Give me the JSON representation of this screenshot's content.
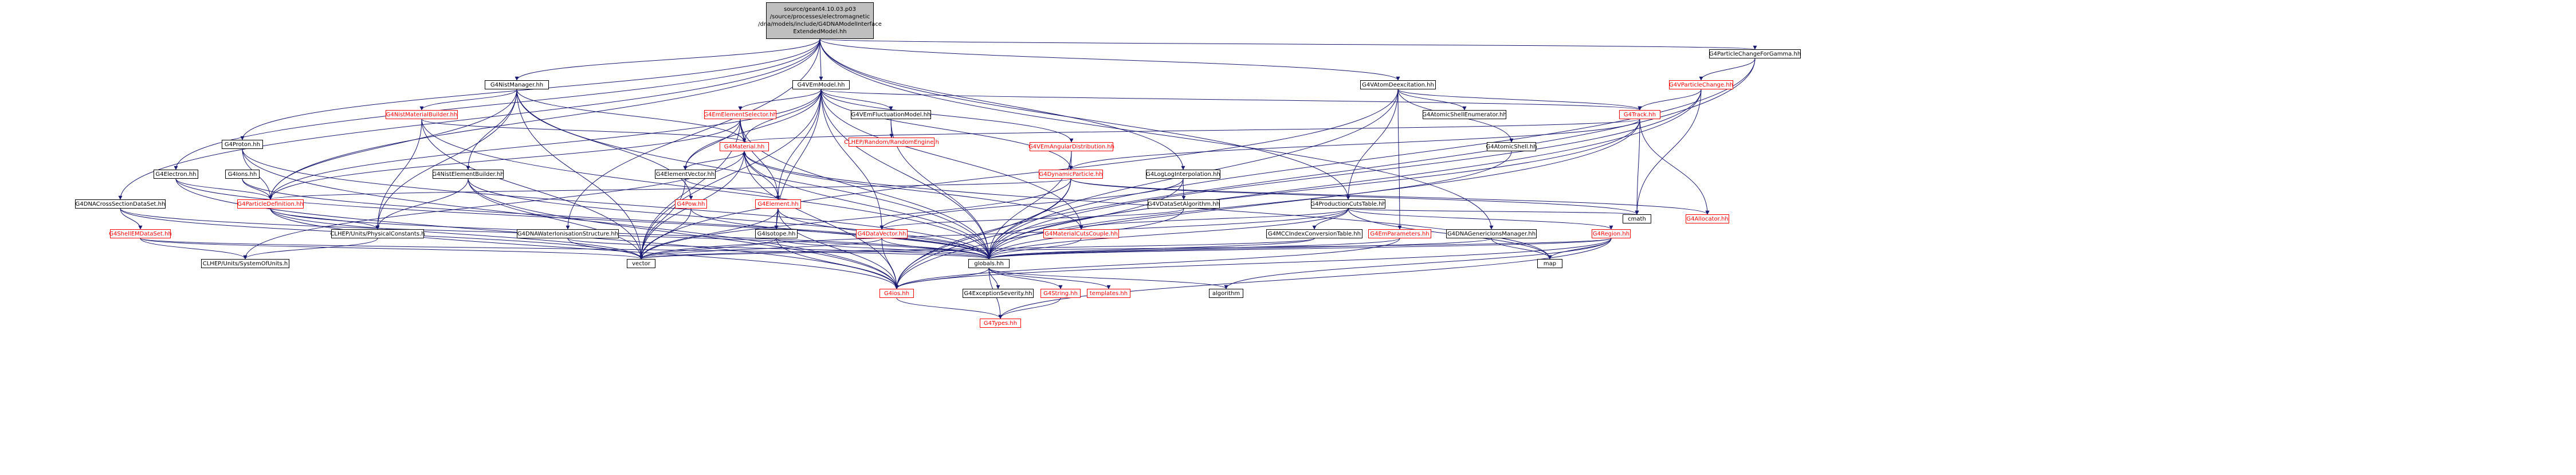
{
  "graph": {
    "root": "source/geant4.10.03.p03\n/source/processes/electromagnetic\n/dna/models/include/G4DNAModelInterface\nExtendedModel.hh",
    "colors": {
      "edge": "#191970",
      "node_border": "#000000",
      "undocumented": "#ff0000",
      "root_fill": "#bfbfbf"
    },
    "nodes": {
      "G4NistManager": "G4NistManager.hh",
      "G4VEmModel": "G4VEmModel.hh",
      "G4VAtomDeexcitation": "G4VAtomDeexcitation.hh",
      "G4ParticleChangeForGamma": "G4ParticleChangeForGamma.hh",
      "G4NistMaterialBuilder": "G4NistMaterialBuilder.hh",
      "G4EmElementSelector": "G4EmElementSelector.hh",
      "G4VEmFluctuationModel": "G4VEmFluctuationModel.hh",
      "G4VParticleChange": "G4VParticleChange.hh",
      "G4Track": "G4Track.hh",
      "G4AtomicShellEnumerator": "G4AtomicShellEnumerator.hh",
      "CLHEPRandomEngine": "CLHEP/Random/RandomEngine.h",
      "G4Proton": "G4Proton.hh",
      "G4Electron": "G4Electron.hh",
      "G4Ions": "G4Ions.hh",
      "G4Material": "G4Material.hh",
      "G4AtomicShell": "G4AtomicShell.hh",
      "G4VEmAngularDistribution": "G4VEmAngularDistribution.hh",
      "G4NistElementBuilder": "G4NistElementBuilder.hh",
      "G4ElementVector": "G4ElementVector.hh",
      "G4DynamicParticle": "G4DynamicParticle.hh",
      "G4LogLogInterpolation": "G4LogLogInterpolation.hh",
      "G4DNACrossSectionDataSet": "G4DNACrossSectionDataSet.hh",
      "G4ParticleDefinition": "G4ParticleDefinition.hh",
      "G4Pow": "G4Pow.hh",
      "G4Element": "G4Element.hh",
      "G4VDataSetAlgorithm": "G4VDataSetAlgorithm.hh",
      "G4ProductionCutsTable": "G4ProductionCutsTable.hh",
      "G4Allocator": "G4Allocator.hh",
      "cmath": "cmath",
      "G4ShellEMDataSet": "G4ShellEMDataSet.hh",
      "CLHEPPhysicalConstants": "CLHEP/Units/PhysicalConstants.h",
      "G4DNAWaterIonisationStructure": "G4DNAWaterIonisationStructure.hh",
      "G4Isotope": "G4Isotope.hh",
      "G4DataVector": "G4DataVector.hh",
      "G4MaterialCutsCouple": "G4MaterialCutsCouple.hh",
      "G4MCCIndexConversionTable": "G4MCCIndexConversionTable.hh",
      "G4EmParameters": "G4EmParameters.hh",
      "G4DNAGenericIonsManager": "G4DNAGenericIonsManager.hh",
      "G4Region": "G4Region.hh",
      "CLHEPSystemOfUnits": "CLHEP/Units/SystemOfUnits.h",
      "vector": "vector",
      "globals": "globals.hh",
      "map": "map",
      "G4ios": "G4ios.hh",
      "G4ExceptionSeverity": "G4ExceptionSeverity.hh",
      "G4String": "G4String.hh",
      "templates": "templates.hh",
      "algorithm": "algorithm",
      "G4Types": "G4Types.hh"
    }
  }
}
